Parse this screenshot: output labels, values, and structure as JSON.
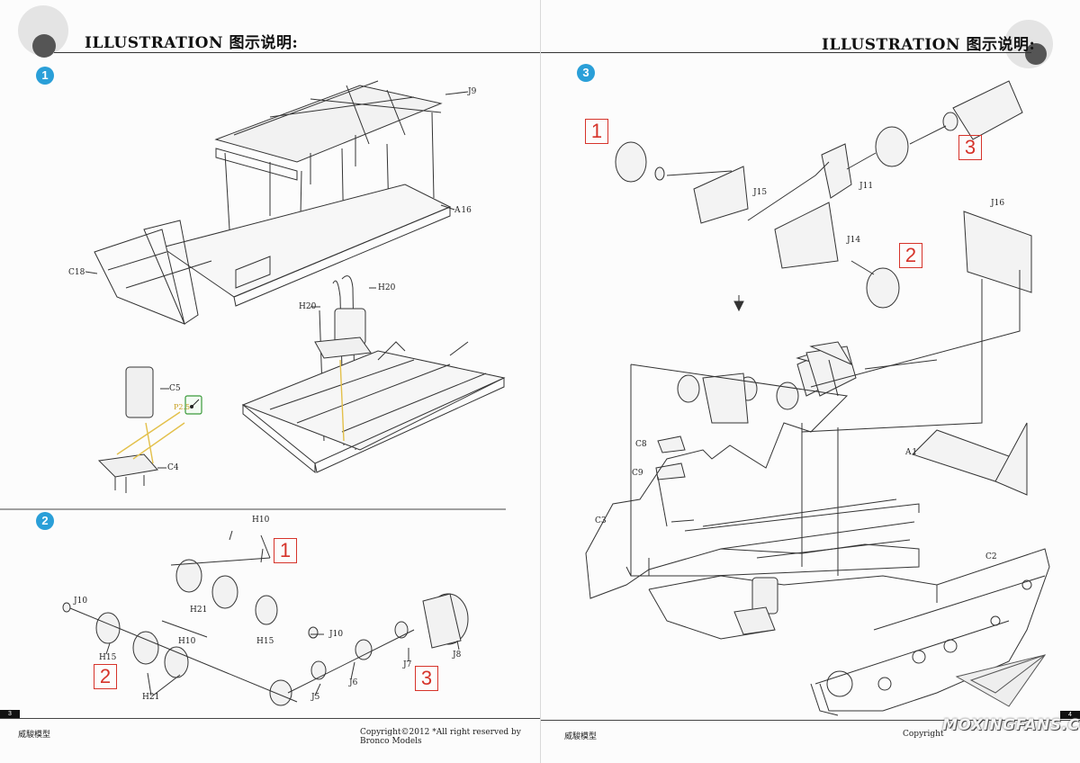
{
  "header": {
    "title": "ILLUSTRATION 图示说明:"
  },
  "left_page": {
    "steps": [
      {
        "number": "1",
        "labels": [
          "J9",
          "A16",
          "C18",
          "H20",
          "H20",
          "C5",
          "C4",
          "P2.5"
        ]
      },
      {
        "number": "2",
        "labels": [
          "H10",
          "H21",
          "H15",
          "J10",
          "H10",
          "H15",
          "H21",
          "J10",
          "J8",
          "J7",
          "J6",
          "J5"
        ],
        "callouts": [
          "1",
          "2",
          "3"
        ]
      }
    ],
    "label_a16": "A 16",
    "footer": {
      "brand": "威駿模型",
      "copyright": "Copyright©2012  *All right reserved by Bronco Models",
      "page_number": "3"
    }
  },
  "right_page": {
    "steps": [
      {
        "number": "3",
        "labels": [
          "J15",
          "J11",
          "J14",
          "J16",
          "C8",
          "C9",
          "C3",
          "A1",
          "C2"
        ],
        "callouts": [
          "1",
          "2",
          "3"
        ]
      }
    ],
    "label_a1": "A 1",
    "footer": {
      "brand": "威駿模型",
      "copyright": "Copyright",
      "page_number": "4"
    }
  },
  "watermark": "MOXINGFANS.COM",
  "colors": {
    "accent_blue": "#2a9fd8",
    "callout_red": "#d6332a",
    "yellow_line": "#e3c04a",
    "green_check": "#3a9a3a"
  }
}
